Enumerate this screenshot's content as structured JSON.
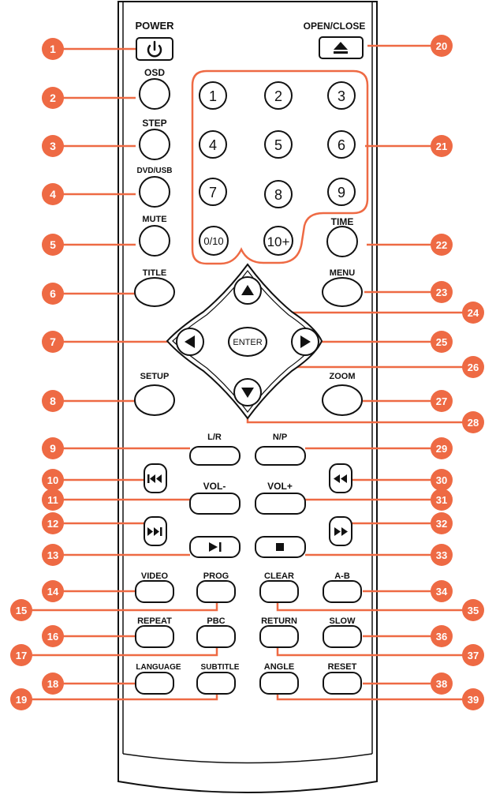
{
  "colors": {
    "callout": "#ee6a44",
    "outline": "#111111",
    "body": "#ffffff"
  },
  "top": {
    "power": "POWER",
    "open_close": "OPEN/CLOSE"
  },
  "left_labels": {
    "osd": "OSD",
    "step": "STEP",
    "dvd_usb": "DVD/USB",
    "mute": "MUTE",
    "title": "TITLE",
    "setup": "SETUP"
  },
  "right_labels": {
    "time": "TIME",
    "menu": "MENU",
    "zoom": "ZOOM"
  },
  "keypad": [
    "1",
    "2",
    "3",
    "4",
    "5",
    "6",
    "7",
    "8",
    "9",
    "0/10",
    "10+"
  ],
  "nav": {
    "enter": "ENTER"
  },
  "middle_labels": {
    "lr": "L/R",
    "np": "N/P",
    "vol_minus": "VOL-",
    "vol_plus": "VOL+"
  },
  "bottom_labels": {
    "video": "VIDEO",
    "prog": "PROG",
    "clear": "CLEAR",
    "ab": "A-B",
    "repeat": "REPEAT",
    "pbc": "PBC",
    "return": "RETURN",
    "slow": "SLOW",
    "language": "LANGUAGE",
    "subtitle": "SUBTITLE",
    "angle": "ANGLE",
    "reset": "RESET"
  },
  "callouts": [
    "1",
    "2",
    "3",
    "4",
    "5",
    "6",
    "7",
    "8",
    "9",
    "10",
    "11",
    "12",
    "13",
    "14",
    "15",
    "16",
    "17",
    "18",
    "19",
    "20",
    "21",
    "22",
    "23",
    "24",
    "25",
    "26",
    "27",
    "28",
    "29",
    "30",
    "31",
    "32",
    "33",
    "34",
    "35",
    "36",
    "37",
    "38",
    "39"
  ]
}
